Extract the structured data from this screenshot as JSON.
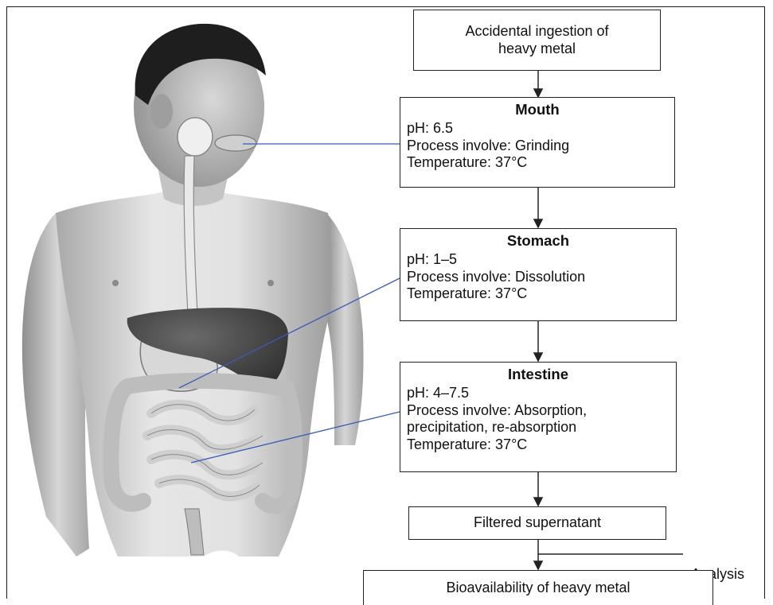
{
  "flow": {
    "start": {
      "line1": "Accidental ingestion of",
      "line2": "heavy metal"
    },
    "mouth": {
      "title": "Mouth",
      "ph": "pH: 6.5",
      "process": "Process involve: Grinding",
      "temperature": "Temperature: 37°C"
    },
    "stomach": {
      "title": "Stomach",
      "ph": "pH: 1–5",
      "process": "Process involve: Dissolution",
      "temperature": "Temperature: 37°C"
    },
    "intestine": {
      "title": "Intestine",
      "ph": "pH: 4–7.5",
      "process_line1": "Process involve: Absorption,",
      "process_line2": "precipitation, re-absorption",
      "temperature": "Temperature: 37°C"
    },
    "filtered": "Filtered supernatant",
    "analysis": "Analysis",
    "result": "Bioavailability of heavy metal"
  },
  "colors": {
    "leader_line": "#3b5bb5",
    "liver": "#3a3a3a",
    "skin_light": "#dcdcdc",
    "skin_mid": "#b0b0b0"
  },
  "illustration": "human-torso-digestive-system"
}
